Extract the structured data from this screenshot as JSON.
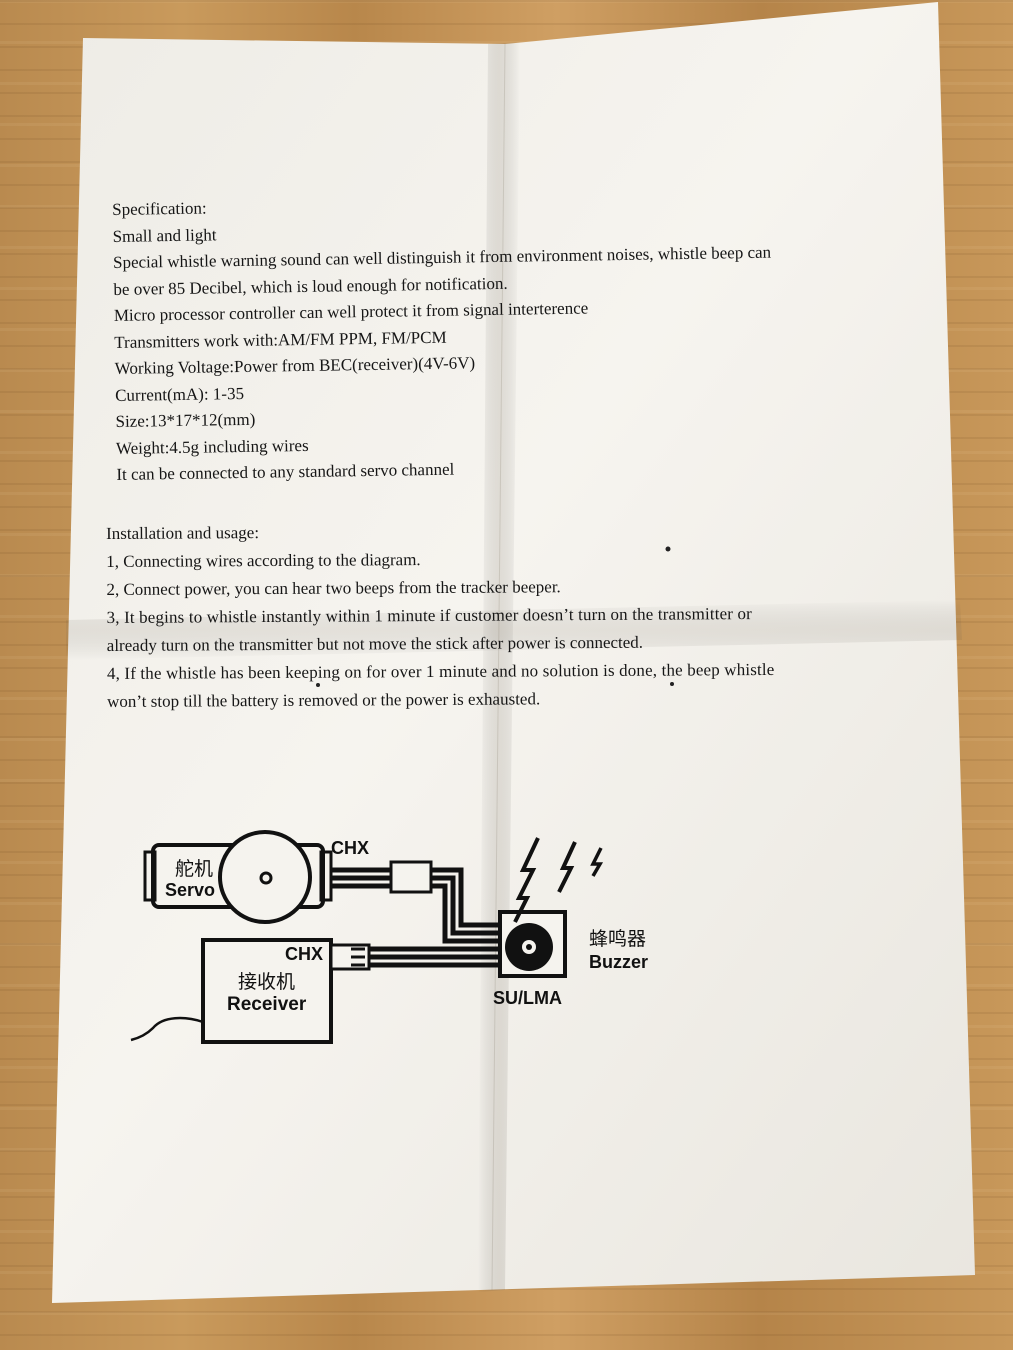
{
  "specification": {
    "heading": "Specification:",
    "lines": [
      "Small and light",
      "Special whistle warning sound can well distinguish it from environment noises,   whistle beep can",
      "be over 85 Decibel, which is loud enough for notification.",
      "Micro processor controller can well protect it from signal interterence",
      "Transmitters work with:AM/FM PPM, FM/PCM",
      "Working Voltage:Power from BEC(receiver)(4V-6V)",
      "Current(mA): 1-35",
      "Size:13*17*12(mm)",
      "Weight:4.5g including wires",
      "It can be connected to any standard servo channel"
    ]
  },
  "installation": {
    "heading": "Installation and usage:",
    "lines": [
      "1, Connecting wires according to the diagram.",
      "2, Connect power, you can hear two beeps from the tracker beeper.",
      "3, It  begins  to  whistle  instantly  within  1  minute if  customer  doesn’t  turn  on the  transmitter  or",
      "already turn on the transmitter but not move the stick after power is connected.",
      "4, If the  whistle has been keeping on  for over  1 minute and  no solution is done, the  beep whistle",
      "won’t stop till the  battery is  removed or  the power is  exhausted."
    ]
  },
  "diagram": {
    "servo_cn": "舵机",
    "servo_en": "Servo",
    "servo_chx": "CHX",
    "receiver_chx": "CHX",
    "receiver_cn": "接收机",
    "receiver_en": "Receiver",
    "module_label": "SU/LMA",
    "buzzer_cn": "蜂鸣器",
    "buzzer_en": "Buzzer"
  },
  "colors": {
    "paper": "#f3f1ec",
    "ink": "#161616",
    "wood": "#c0904f"
  }
}
